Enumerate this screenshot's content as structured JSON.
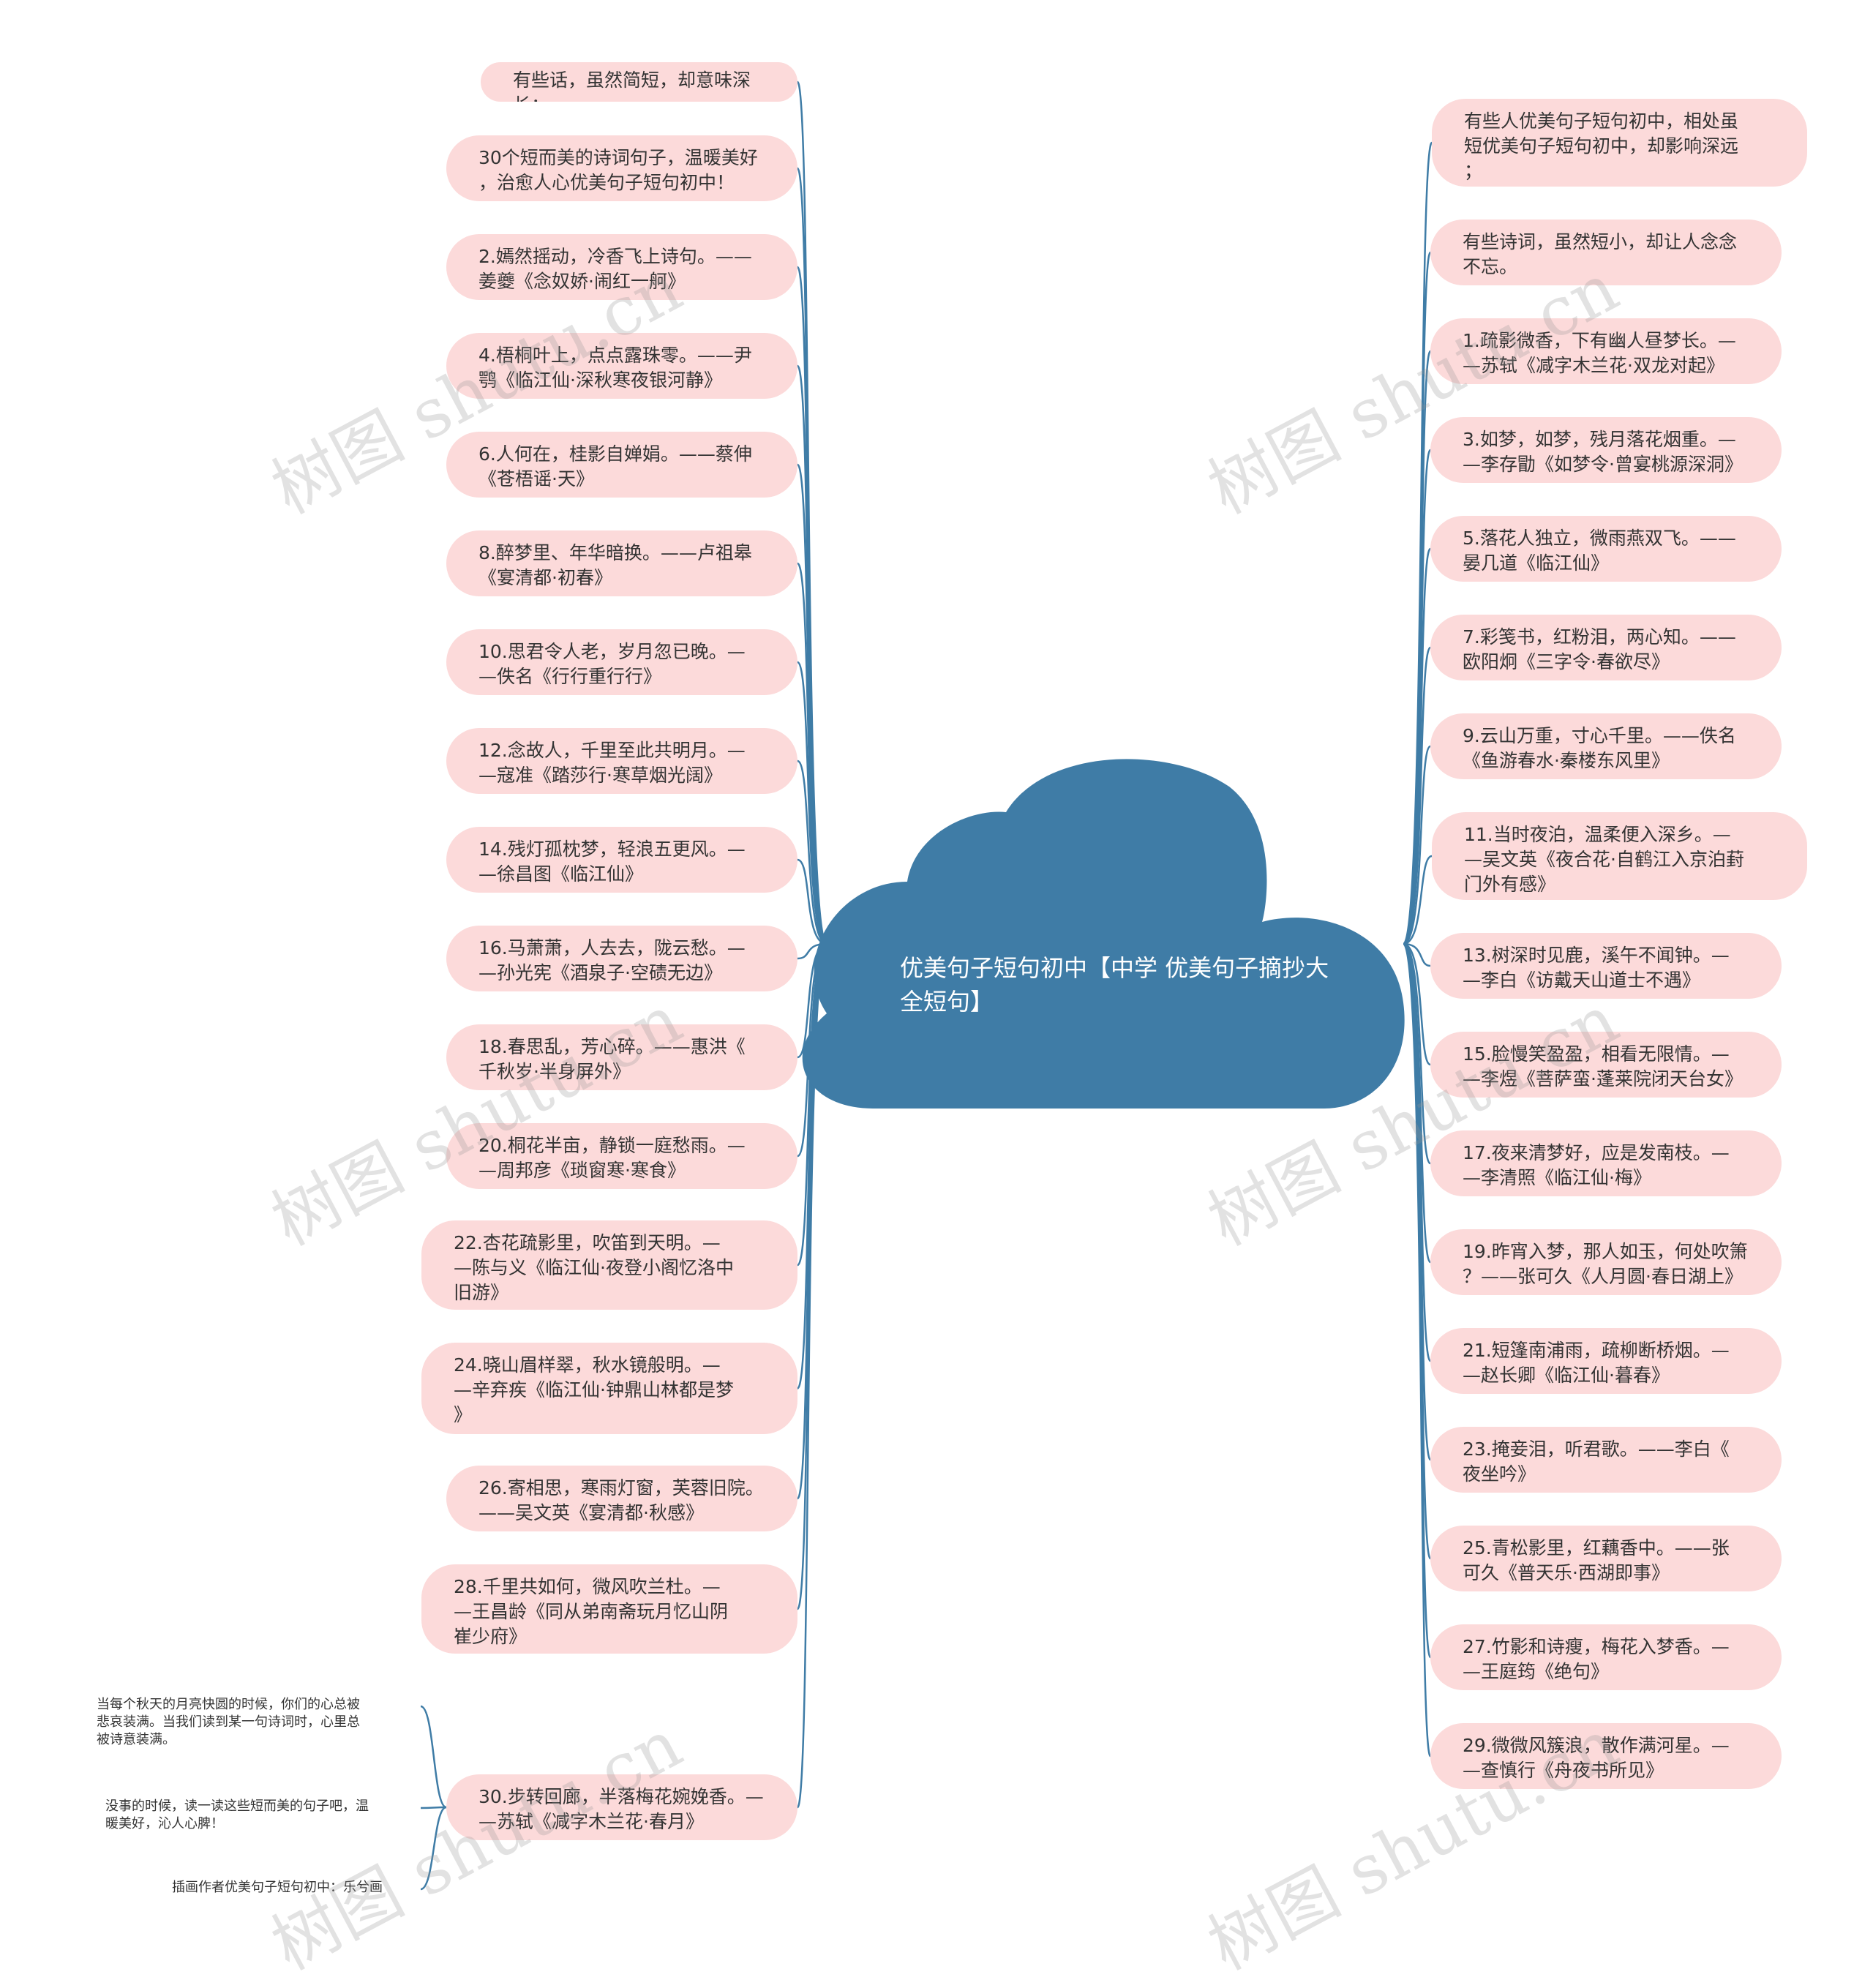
{
  "center": {
    "title": "优美句子短句初中【中学\n优美句子摘抄大全短句】",
    "fill": "#3f7ca6"
  },
  "colors": {
    "node_fill": "#fcdada",
    "link": "#3f7ca6",
    "text": "#333333"
  },
  "left_nodes": [
    "有些话，虽然简短，却意味深长；",
    "30个短而美的诗词句子，温暖美好\n，治愈人心优美句子短句初中！",
    "2.嫣然摇动，冷香飞上诗句。——\n姜夔《念奴娇·闹红一舸》",
    "4.梧桐叶上，点点露珠零。——尹\n鹗《临江仙·深秋寒夜银河静》",
    "6.人何在，桂影自婵娟。——蔡伸\n《苍梧谣·天》",
    "8.醉梦里、年华暗换。——卢祖皋\n《宴清都·初春》",
    "10.思君令人老，岁月忽已晚。—\n—佚名《行行重行行》",
    "12.念故人，千里至此共明月。—\n—寇准《踏莎行·寒草烟光阔》",
    "14.残灯孤枕梦，轻浪五更风。—\n—徐昌图《临江仙》",
    "16.马萧萧，人去去，陇云愁。—\n—孙光宪《酒泉子·空碛无边》",
    "18.春思乱，芳心碎。——惠洪《\n千秋岁·半身屏外》",
    "20.桐花半亩，静锁一庭愁雨。—\n—周邦彦《琐窗寒·寒食》",
    "22.杏花疏影里，吹笛到天明。—\n—陈与义《临江仙·夜登小阁忆洛中\n旧游》",
    "24.晓山眉样翠，秋水镜般明。—\n—辛弃疾《临江仙·钟鼎山林都是梦\n》",
    "26.寄相思，寒雨灯窗，芙蓉旧院。\n——吴文英《宴清都·秋感》",
    "28.千里共如何，微风吹兰杜。—\n—王昌龄《同从弟南斋玩月忆山阴\n崔少府》",
    "30.步转回廊，半落梅花婉娩香。—\n—苏轼《减字木兰花·春月》"
  ],
  "right_nodes": [
    "有些人优美句子短句初中，相处虽\n短优美句子短句初中，却影响深远\n；",
    "有些诗词，虽然短小，却让人念念\n不忘。",
    "1.疏影微香，下有幽人昼梦长。—\n—苏轼《减字木兰花·双龙对起》",
    "3.如梦，如梦，残月落花烟重。—\n—李存勖《如梦令·曾宴桃源深洞》",
    "5.落花人独立，微雨燕双飞。——\n晏几道《临江仙》",
    "7.彩笺书，红粉泪，两心知。——\n欧阳炯《三字令·春欲尽》",
    "9.云山万重，寸心千里。——佚名\n《鱼游春水·秦楼东风里》",
    "11.当时夜泊，温柔便入深乡。—\n—吴文英《夜合花·自鹤江入京泊葑\n门外有感》",
    "13.树深时见鹿，溪午不闻钟。—\n—李白《访戴天山道士不遇》",
    "15.脸慢笑盈盈，相看无限情。—\n—李煜《菩萨蛮·蓬莱院闭天台女》",
    "17.夜来清梦好，应是发南枝。—\n—李清照《临江仙·梅》",
    "19.昨宵入梦，那人如玉，何处吹箫\n？——张可久《人月圆·春日湖上》",
    "21.短篷南浦雨，疏柳断桥烟。—\n—赵长卿《临江仙·暮春》",
    "23.掩妾泪，听君歌。——李白《\n夜坐吟》",
    "25.青松影里，红藕香中。——张\n可久《普天乐·西湖即事》",
    "27.竹影和诗瘦，梅花入梦香。—\n—王庭筠《绝句》",
    "29.微微风簇浪，散作满河星。—\n—查慎行《舟夜书所见》"
  ],
  "notes": [
    "当每个秋天的月亮快圆的时候，你们的心总被\n悲哀装满。当我们读到某一句诗词时，心里总\n被诗意装满。",
    "没事的时候，读一读这些短而美的句子吧，温\n暖美好，沁人心脾！",
    "插画作者优美句子短句初中：乐兮画"
  ],
  "watermark": "树图 shutu.cn"
}
